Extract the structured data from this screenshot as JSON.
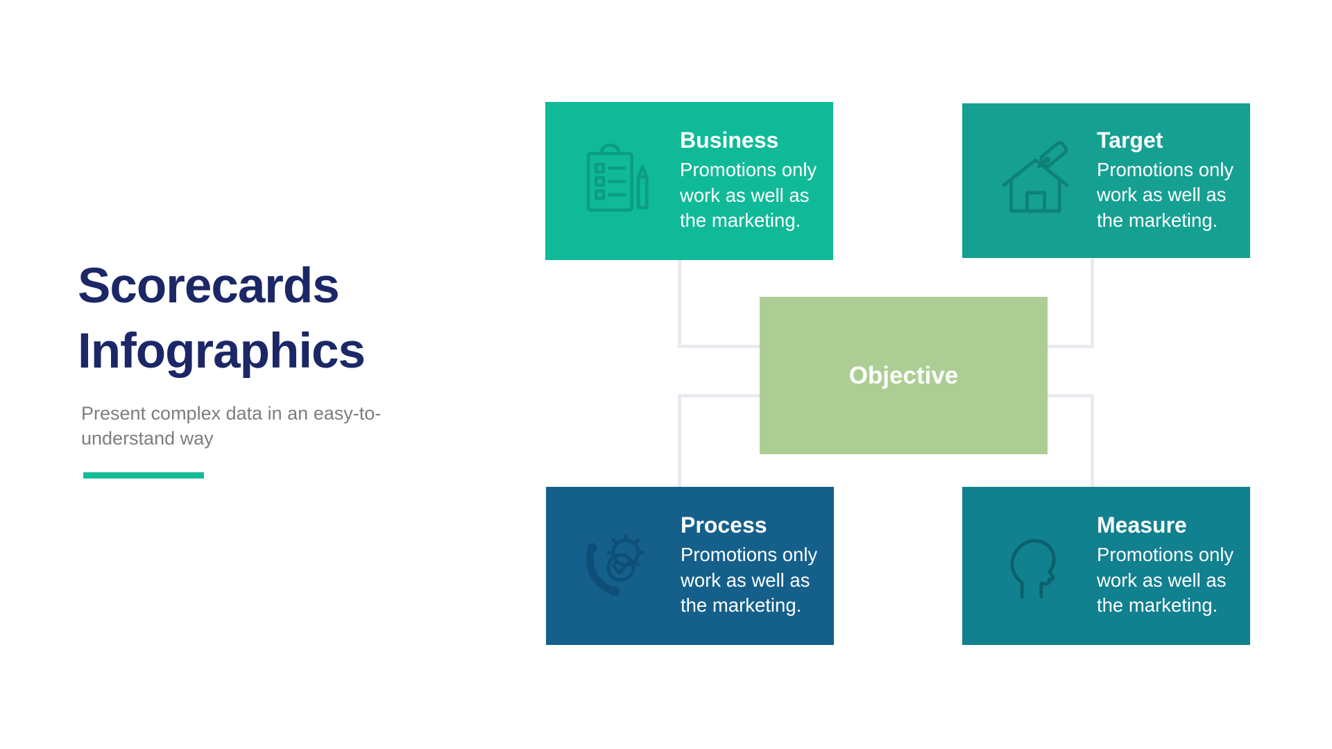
{
  "header": {
    "title": "Scorecards Infographics",
    "subtitle": "Present complex data in an easy-to-understand way",
    "title_color": "#1b2766",
    "subtitle_color": "#7d7d7d",
    "underline_color": "#12bc96"
  },
  "diagram": {
    "center": {
      "label": "Objective",
      "bg": "#acce94",
      "text_color": "#ffffff"
    },
    "connector_color": "#e8ebef",
    "cards": [
      {
        "id": "business",
        "title": "Business",
        "body": "Promotions only work as well as the marketing.",
        "bg": "#10ba98",
        "icon": "checklist-clipboard-icon",
        "icon_color": "#0b9e84"
      },
      {
        "id": "target",
        "title": "Target",
        "body": "Promotions only work as well as the marketing.",
        "bg": "#15a092",
        "icon": "house-tag-icon",
        "icon_color": "#0e8176"
      },
      {
        "id": "process",
        "title": "Process",
        "body": "Promotions only work as well as the marketing.",
        "bg": "#15608b",
        "icon": "phone-gear-check-icon",
        "icon_color": "#0f4f77"
      },
      {
        "id": "measure",
        "title": "Measure",
        "body": "Promotions only work as well as the marketing.",
        "bg": "#11808f",
        "icon": "head-profile-icon",
        "icon_color": "#0b5f6b"
      }
    ]
  }
}
